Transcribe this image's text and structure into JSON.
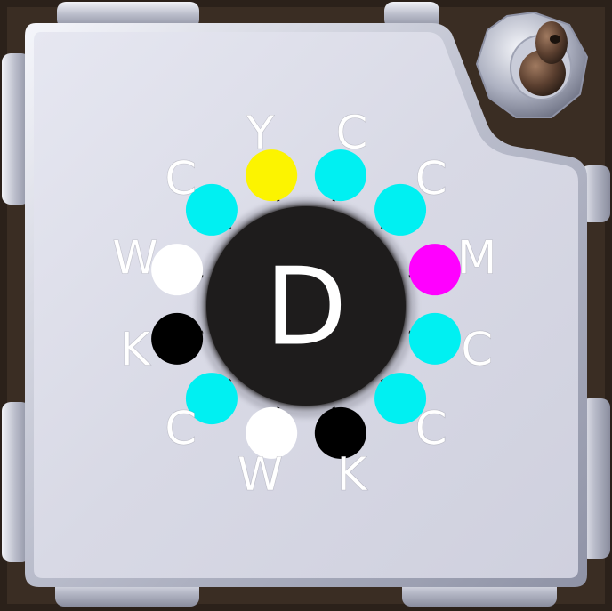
{
  "puzzle": {
    "center_letter": "D",
    "slots": [
      {
        "letter": "C",
        "color_name": "cyan",
        "color": "#00f0f2"
      },
      {
        "letter": "C",
        "color_name": "cyan",
        "color": "#00f0f2"
      },
      {
        "letter": "M",
        "color_name": "magenta",
        "color": "#ff00ff"
      },
      {
        "letter": "C",
        "color_name": "cyan",
        "color": "#00f0f2"
      },
      {
        "letter": "C",
        "color_name": "cyan",
        "color": "#00f0f2"
      },
      {
        "letter": "K",
        "color_name": "black",
        "color": "#000000"
      },
      {
        "letter": "W",
        "color_name": "white",
        "color": "#ffffff"
      },
      {
        "letter": "C",
        "color_name": "cyan",
        "color": "#00f0f2"
      },
      {
        "letter": "K",
        "color_name": "black",
        "color": "#000000"
      },
      {
        "letter": "W",
        "color_name": "white",
        "color": "#ffffff"
      },
      {
        "letter": "C",
        "color_name": "cyan",
        "color": "#00f0f2"
      },
      {
        "letter": "Y",
        "color_name": "yellow",
        "color": "#fcf400"
      }
    ]
  },
  "theme": {
    "frame_color": "#2b211a",
    "panel_color": "#dcdde8",
    "hub_color": "#1e1c1c"
  },
  "icons": {
    "knob": "rotary-knob-icon"
  }
}
